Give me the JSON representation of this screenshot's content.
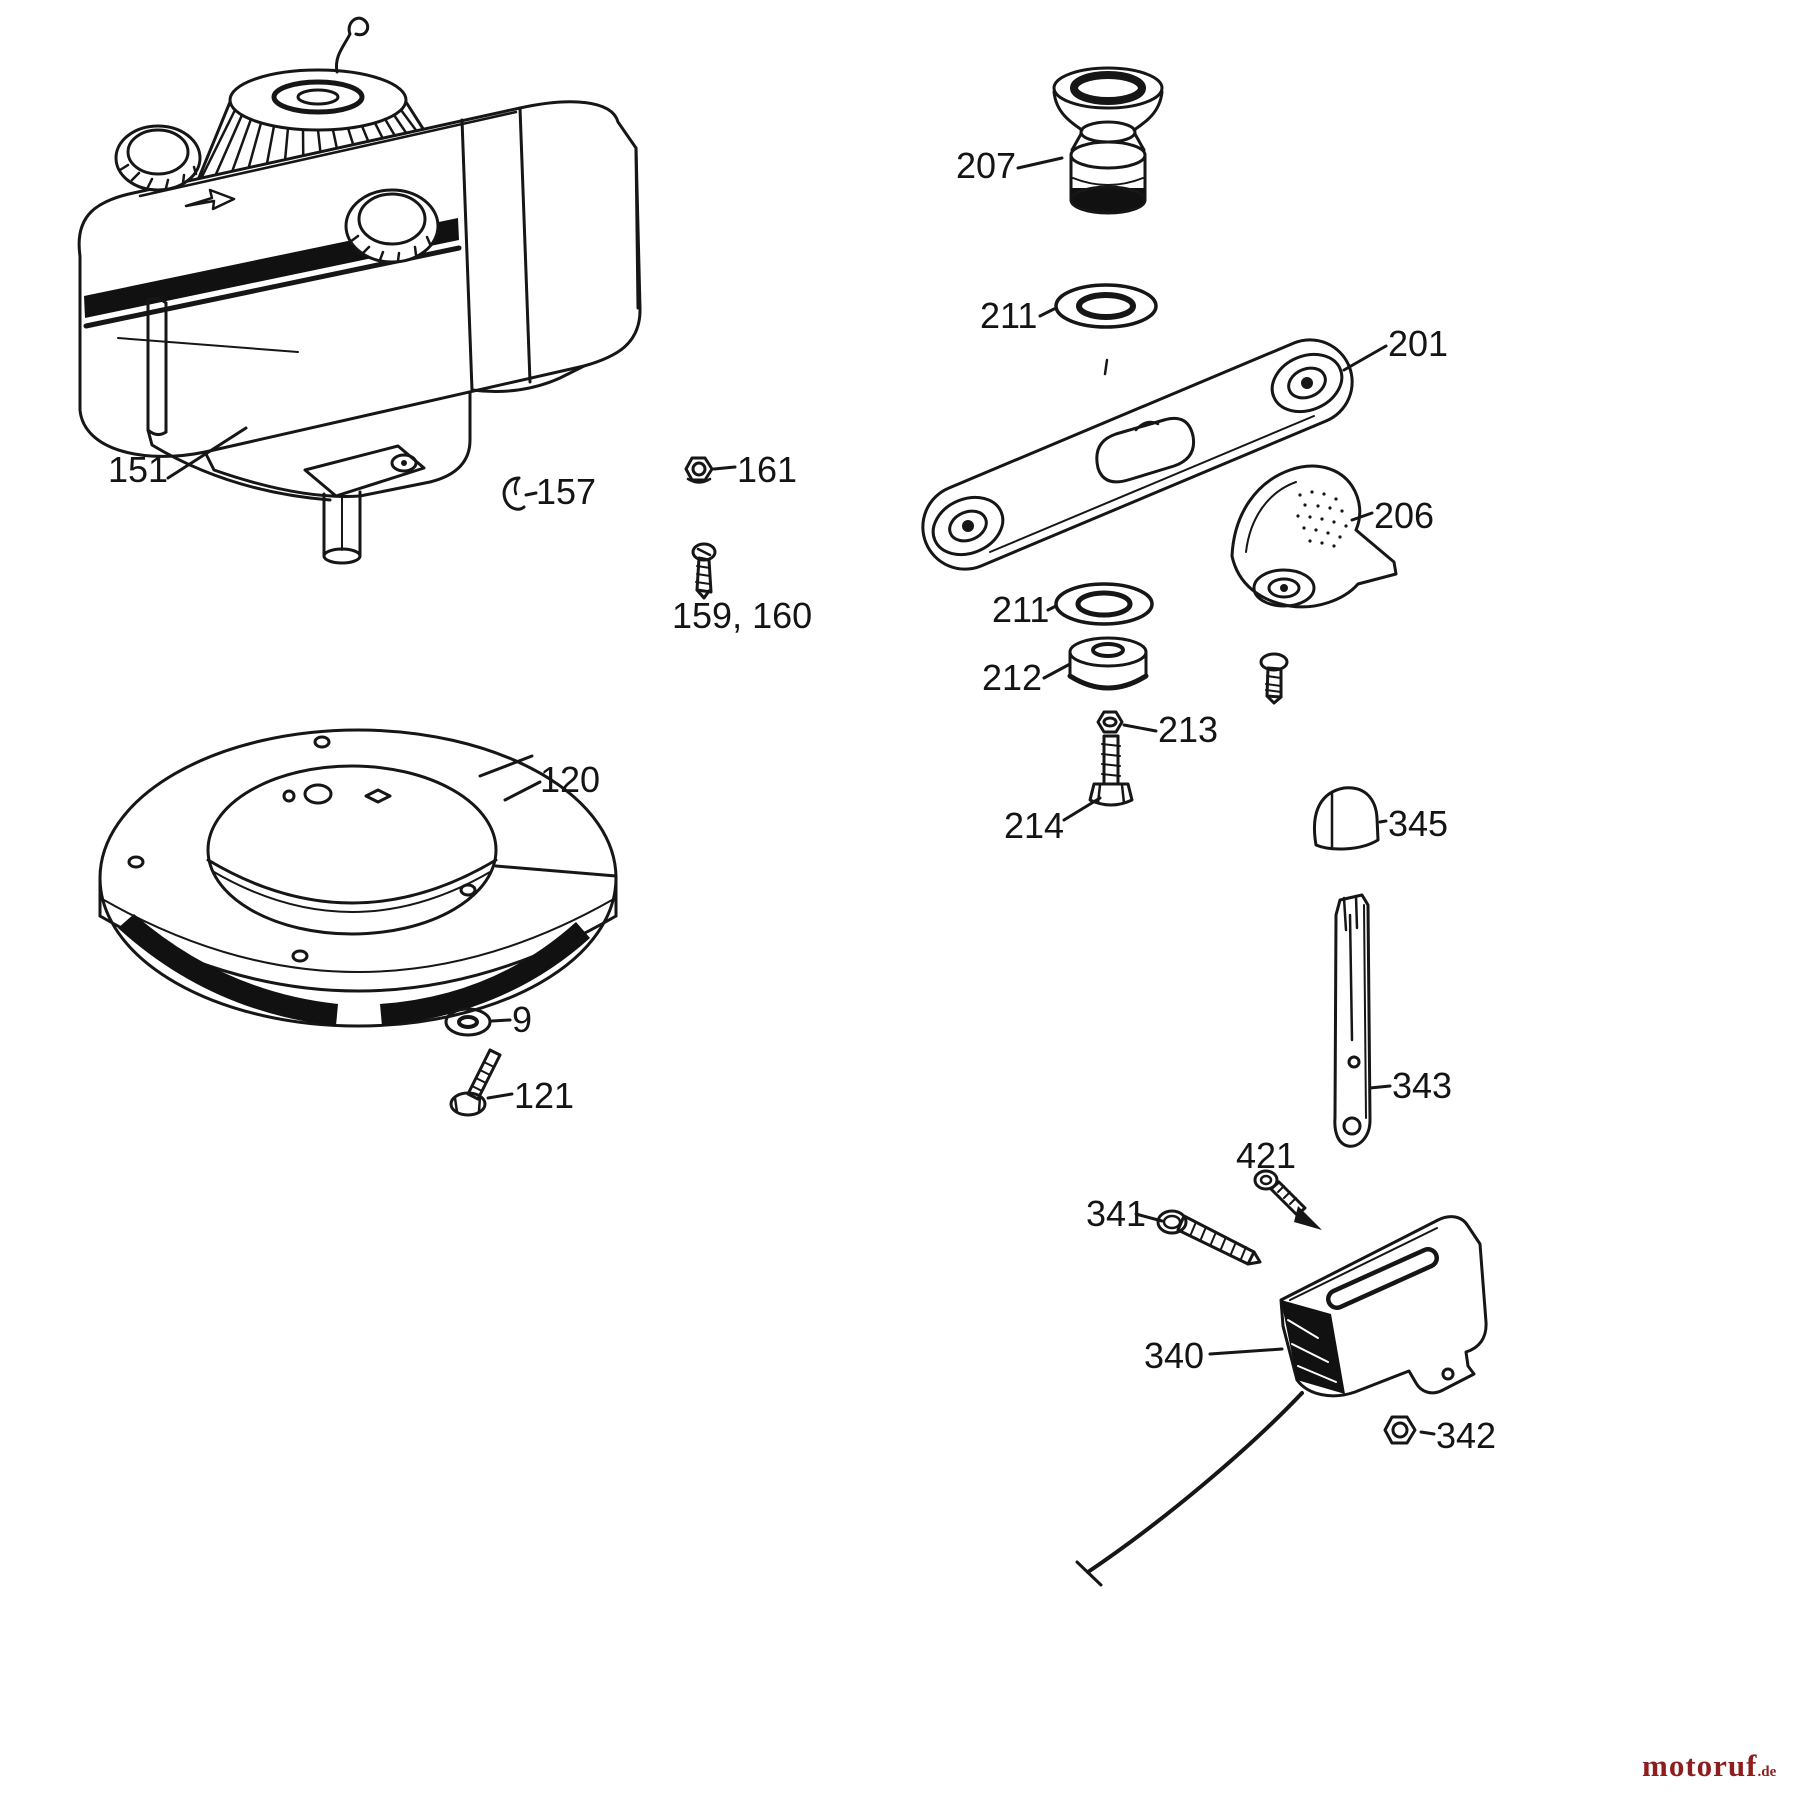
{
  "diagram": {
    "background": "#ffffff",
    "line_color": "#161616",
    "description": "Exploded parts diagram: engine, blade clutch and brake components"
  },
  "labels": [
    {
      "id": "151",
      "text": "151"
    },
    {
      "id": "157",
      "text": "157"
    },
    {
      "id": "161",
      "text": "161"
    },
    {
      "id": "159-160",
      "text": "159, 160"
    },
    {
      "id": "120",
      "text": "120"
    },
    {
      "id": "9",
      "text": "9"
    },
    {
      "id": "121",
      "text": "121"
    },
    {
      "id": "207",
      "text": "207"
    },
    {
      "id": "211-upper",
      "text": "211"
    },
    {
      "id": "201",
      "text": "201"
    },
    {
      "id": "206",
      "text": "206"
    },
    {
      "id": "211-lower",
      "text": "211"
    },
    {
      "id": "212",
      "text": "212"
    },
    {
      "id": "213",
      "text": "213"
    },
    {
      "id": "214",
      "text": "214"
    },
    {
      "id": "345",
      "text": "345"
    },
    {
      "id": "343",
      "text": "343"
    },
    {
      "id": "421",
      "text": "421"
    },
    {
      "id": "341",
      "text": "341"
    },
    {
      "id": "340",
      "text": "340"
    },
    {
      "id": "342",
      "text": "342"
    }
  ],
  "watermark": {
    "text": "motoruf",
    "suffix": ".de",
    "color": "#8f1d1d"
  }
}
